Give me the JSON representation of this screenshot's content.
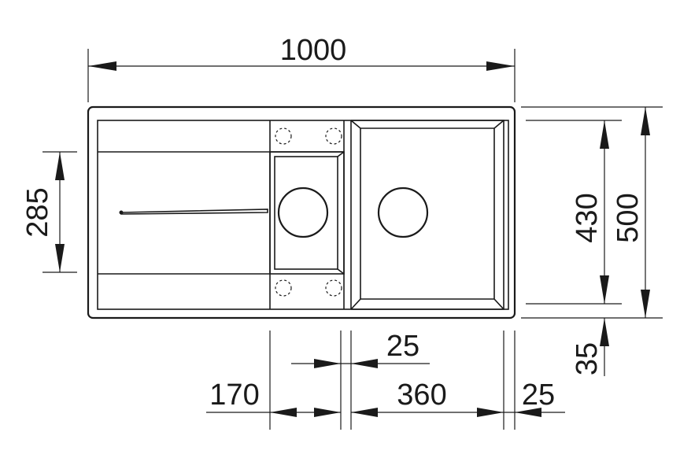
{
  "dimensions": {
    "overall_width": "1000",
    "depth_left": "285",
    "depth_bowl": "430",
    "depth_overall": "500",
    "rim_offset": "35",
    "gap": "25",
    "small_bowl": "170",
    "large_bowl": "360",
    "right_edge": "25"
  },
  "colors": {
    "line": "#1a1a1a",
    "background": "#ffffff"
  }
}
